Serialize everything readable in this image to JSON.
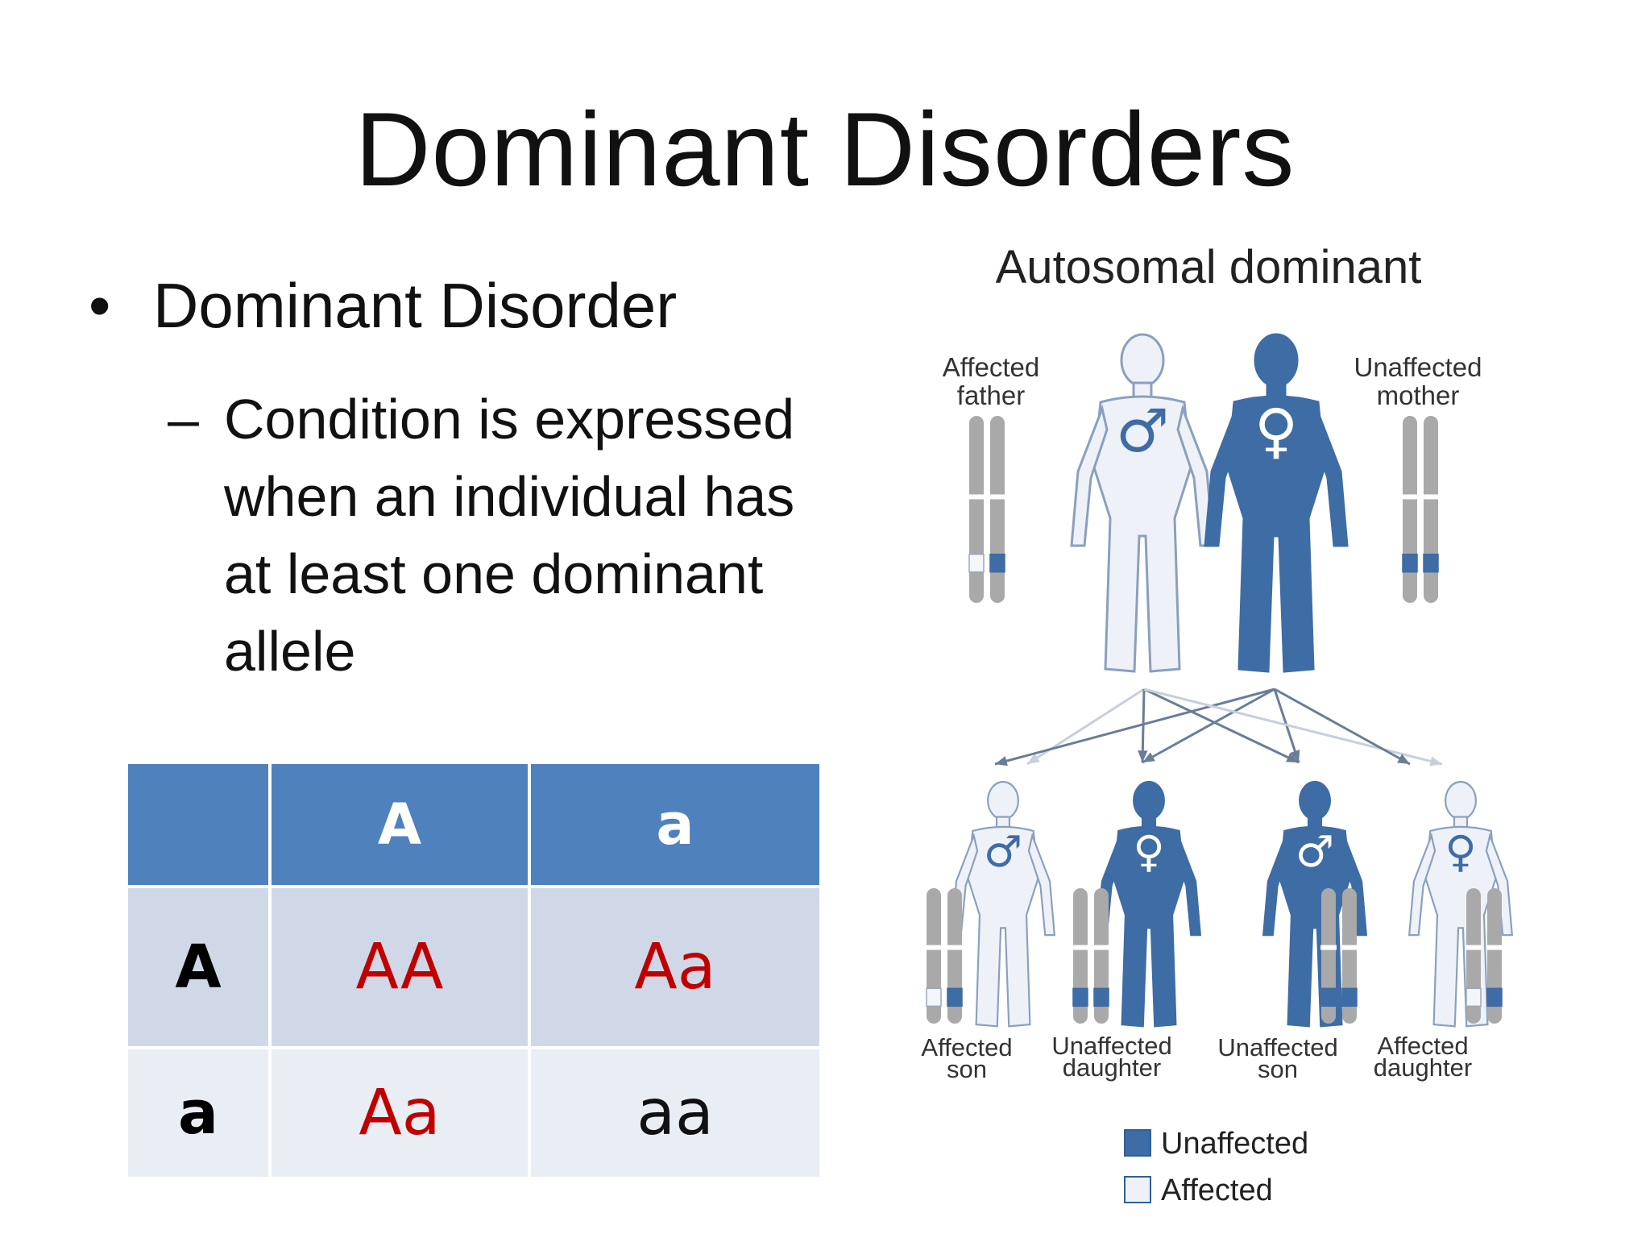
{
  "slide": {
    "title": "Dominant Disorders"
  },
  "bullets": {
    "main": "Dominant Disorder",
    "marker": "•",
    "dash": "–",
    "sub": "Condition is expressed when an individual has at least one dominant allele"
  },
  "punnett": {
    "header": [
      "",
      "A",
      "a"
    ],
    "rows": [
      {
        "label": "A",
        "cells": [
          "AA",
          "Aa"
        ]
      },
      {
        "label": "a",
        "cells": [
          "Aa",
          "aa"
        ]
      }
    ],
    "colors": {
      "header_bg": "#4f81bd",
      "row1_bg": "#d0d8e8",
      "row2_bg": "#e9edf4",
      "dominant_text": "#c00000"
    }
  },
  "diagram": {
    "title": "Autosomal dominant",
    "parents": [
      {
        "label_line1": "Affected",
        "label_line2": "father",
        "symbol": "♂",
        "status": "affected"
      },
      {
        "label_line1": "Unaffected",
        "label_line2": "mother",
        "symbol": "♀",
        "status": "unaffected"
      }
    ],
    "children": [
      {
        "label_line1": "Affected",
        "label_line2": "son",
        "symbol": "♂",
        "status": "affected"
      },
      {
        "label_line1": "Unaffected",
        "label_line2": "daughter",
        "symbol": "♀",
        "status": "unaffected"
      },
      {
        "label_line1": "Unaffected",
        "label_line2": "son",
        "symbol": "♂",
        "status": "unaffected"
      },
      {
        "label_line1": "Affected",
        "label_line2": "daughter",
        "symbol": "♀",
        "status": "affected"
      }
    ],
    "legend": [
      {
        "label": "Unaffected",
        "color": "#3e6ca4"
      },
      {
        "label": "Affected",
        "color": "#eef2f8"
      }
    ],
    "colors": {
      "unaffected_fill": "#3e6ca4",
      "affected_fill": "#eef2f8",
      "chromosome": "#a9a9a9",
      "outline": "#8aa0bd"
    }
  }
}
